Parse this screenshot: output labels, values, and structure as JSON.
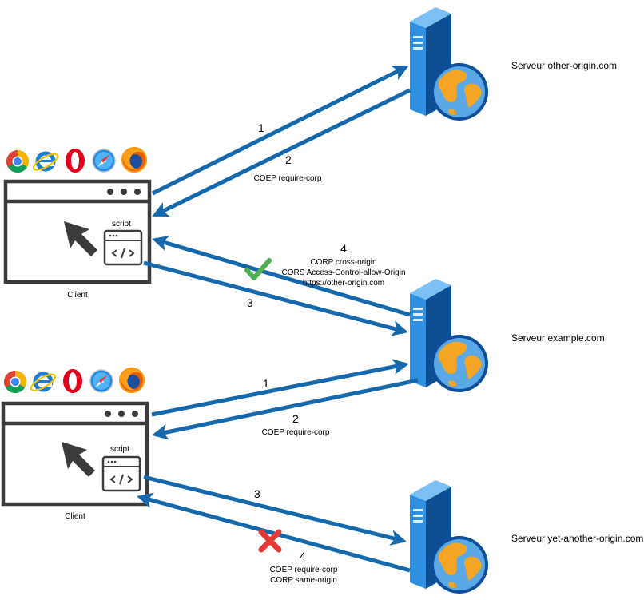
{
  "colors": {
    "arrow": "#1668ad",
    "window": "#3b3b3b",
    "server_light": "#2f8fe0",
    "server_dark": "#0d4f94",
    "check": "#4caf50",
    "cross": "#e53935"
  },
  "top": {
    "client_label": "Client",
    "script_label": "script",
    "browser_icons": [
      "chrome-icon",
      "ie-icon",
      "opera-icon",
      "safari-icon",
      "firefox-icon"
    ],
    "arrow1_num": "1",
    "arrow2_num": "2",
    "arrow2_text": "COEP require-corp",
    "arrow3_num": "3",
    "arrow4_num": "4",
    "arrow4_lines": [
      "CORP cross-origin",
      "CORS Access-Control-allow-Origin",
      "https://other-origin.com"
    ],
    "status": "allowed"
  },
  "bottom": {
    "client_label": "Client",
    "script_label": "script",
    "browser_icons": [
      "chrome-icon",
      "ie-icon",
      "opera-icon",
      "safari-icon",
      "firefox-icon"
    ],
    "arrow1_num": "1",
    "arrow2_num": "2",
    "arrow2_text": "COEP require-corp",
    "arrow3_num": "3",
    "arrow4_num": "4",
    "arrow4_lines": [
      "COEP require-corp",
      "CORP same-origin"
    ],
    "status": "blocked"
  },
  "servers": {
    "other_origin": "Serveur other-origin.com",
    "example": "Serveur example.com",
    "yet_another": "Serveur yet-another-origin.com"
  }
}
